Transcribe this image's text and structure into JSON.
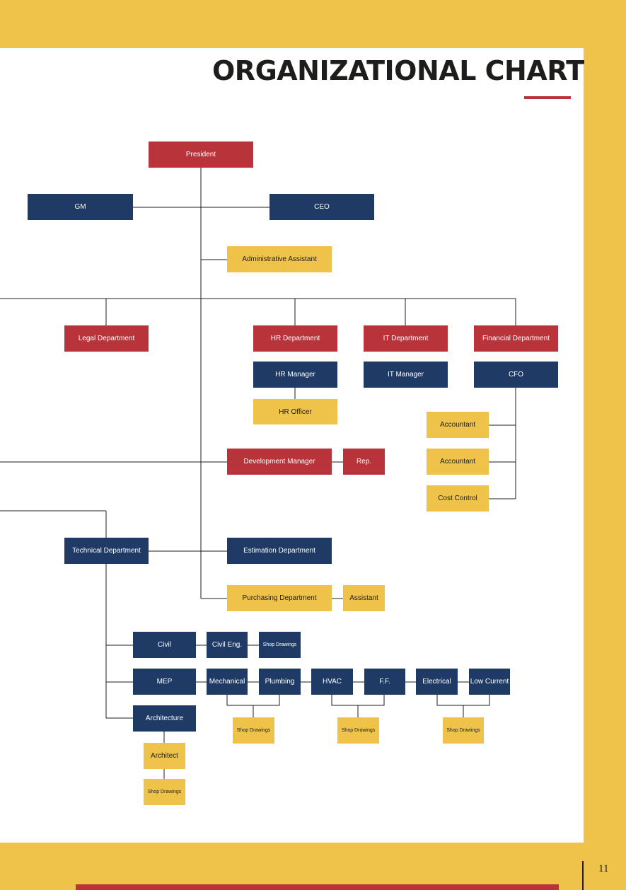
{
  "page": {
    "title": "ORGANIZATIONAL CHART",
    "page_number": "11",
    "colors": {
      "background": "#efc24a",
      "red": "#b8343a",
      "navy": "#1f3a64",
      "yellow": "#efc24a"
    }
  },
  "nodes": {
    "president": "President",
    "gm": "GM",
    "ceo": "CEO",
    "admin_assistant": "Administrative Assistant",
    "legal": "Legal Department",
    "hr_dept": "HR Department",
    "it_dept": "IT Department",
    "fin_dept": "Financial Department",
    "hr_manager": "HR Manager",
    "it_manager": "IT Manager",
    "cfo": "CFO",
    "hr_officer": "HR Officer",
    "accountant_1": "Accountant",
    "accountant_2": "Accountant",
    "cost_control": "Cost Control",
    "dev_manager": "Development Manager",
    "rep": "Rep.",
    "tech_dept": "Technical Department",
    "estimation": "Estimation Department",
    "purchasing": "Purchasing Department",
    "assistant": "Assistant",
    "civil": "Civil",
    "civil_eng": "Civil Eng.",
    "shop_civil": "Shop Drawings",
    "mep": "MEP",
    "mechanical": "Mechanical",
    "plumbing": "Plumbing",
    "hvac": "HVAC",
    "ff": "F.F.",
    "electrical": "Electrical",
    "low_current": "Low Current",
    "architecture": "Architecture",
    "shop_mech": "Shop Drawings",
    "shop_hvac": "Shop Drawings",
    "shop_elec": "Shop Drawings",
    "architect": "Architect",
    "shop_arch": "Shop Drawings"
  }
}
